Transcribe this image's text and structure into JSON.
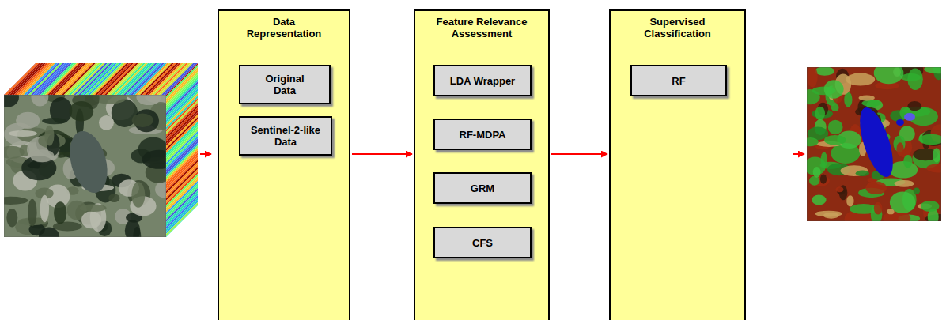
{
  "diagram": {
    "nodes": [
      {
        "text": [
          "Data Representation"
        ]
      },
      {
        "text": [
          "Original Data"
        ],
        "in": 0
      },
      {
        "text": [
          "Sentinel-2-like Data"
        ],
        "in": 0
      },
      {
        "text": [
          "Feature Relevance Assessment"
        ]
      },
      {
        "text": [
          "LDA Wrapper"
        ],
        "in": 3
      },
      {
        "text": [
          "RF-MDPA"
        ],
        "in": 3
      },
      {
        "text": [
          "GRM"
        ],
        "in": 3
      },
      {
        "text": [
          "CFS"
        ],
        "in": 3
      },
      {
        "text": [
          "Supervised Classification"
        ]
      },
      {
        "text": [
          "RF"
        ],
        "in": 8
      }
    ],
    "edges": [
      {
        "from": 0,
        "to": 3,
        "arrow": "to"
      },
      {
        "from": 3,
        "to": 8,
        "arrow": "to"
      }
    ]
  }
}
